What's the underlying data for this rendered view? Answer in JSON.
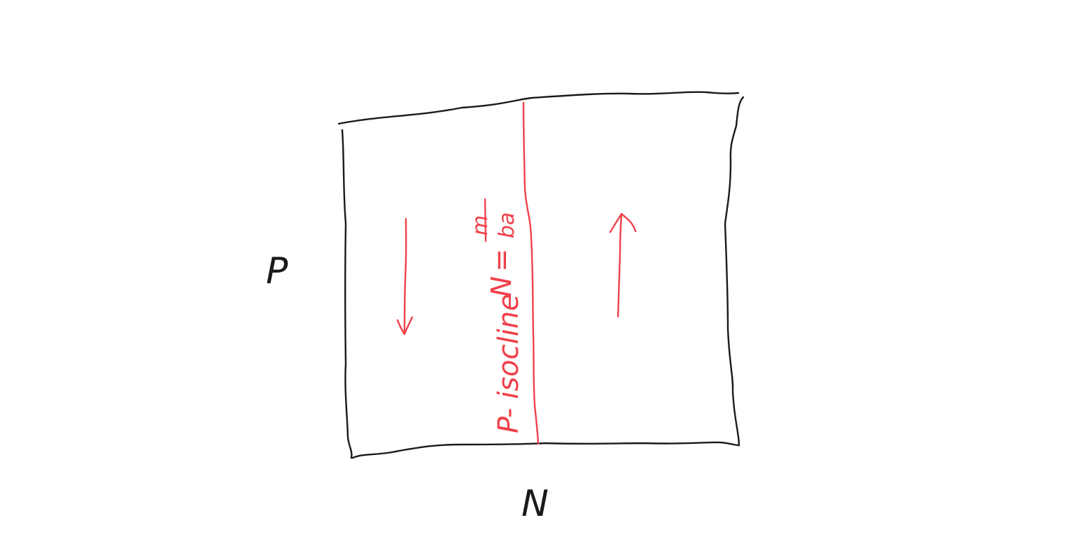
{
  "diagram": {
    "axes": {
      "y_label": "P",
      "x_label": "N"
    },
    "isocline": {
      "label": "P- isocline",
      "equation": {
        "lhs": "N",
        "equals": "=",
        "numerator": "m",
        "denominator": "ba"
      }
    },
    "arrows": [
      {
        "region": "left",
        "direction": "down"
      },
      {
        "region": "right",
        "direction": "up"
      }
    ],
    "colors": {
      "ink": "#1a1a1a",
      "isocline": "#f0404a",
      "background": "#ffffff"
    }
  }
}
